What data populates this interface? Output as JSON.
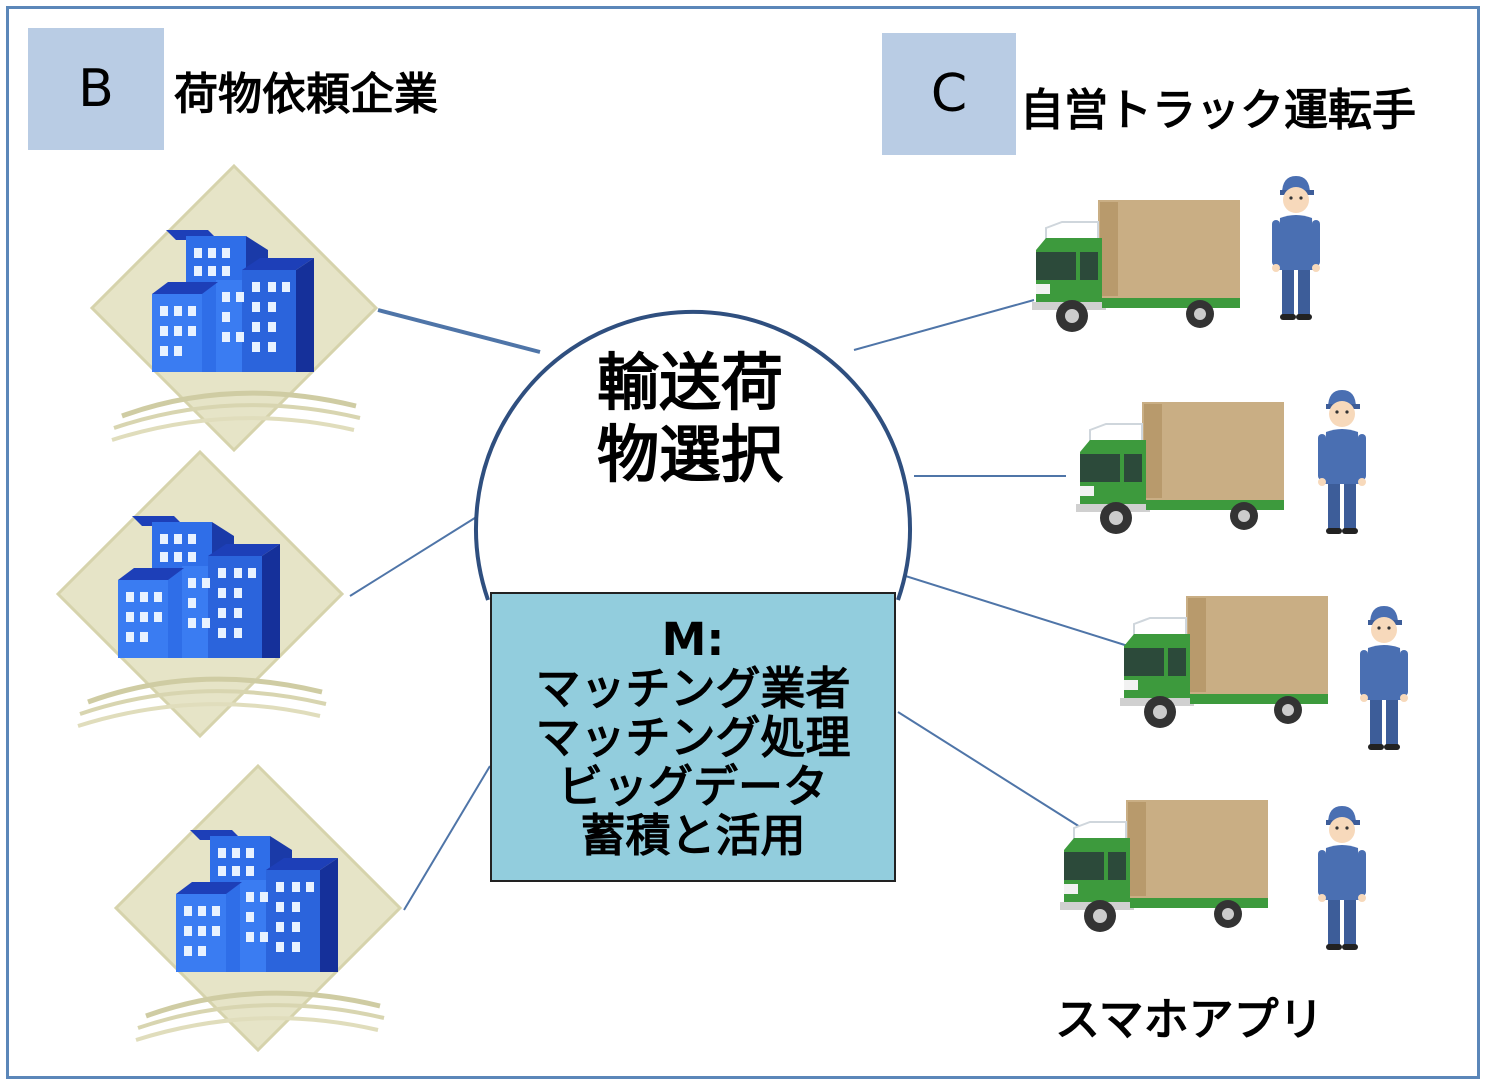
{
  "party_b": {
    "letter": "B",
    "title": "荷物依頼企業"
  },
  "party_c": {
    "letter": "C",
    "title": "自営トラック運転手"
  },
  "hub": {
    "lines": [
      "輸送荷",
      "物選択"
    ]
  },
  "matcher": {
    "lines": [
      "M:",
      "マッチング業者",
      "マッチング処理",
      "ビッグデータ",
      "蓄積と活用"
    ]
  },
  "app_label": "スマホアプリ",
  "colors": {
    "frame": "#5b87b9",
    "tag_fill": "#b9cce4",
    "matcher_fill": "#92cddd",
    "connector": "#4f75a8",
    "building": "#2f6ee8",
    "truck_cab": "#3d9a3d",
    "truck_cargo": "#c9ae84",
    "worker": "#4a6fb2"
  },
  "icons": {
    "company": "office-building-icon",
    "truck": "truck-icon",
    "driver": "driver-icon"
  }
}
